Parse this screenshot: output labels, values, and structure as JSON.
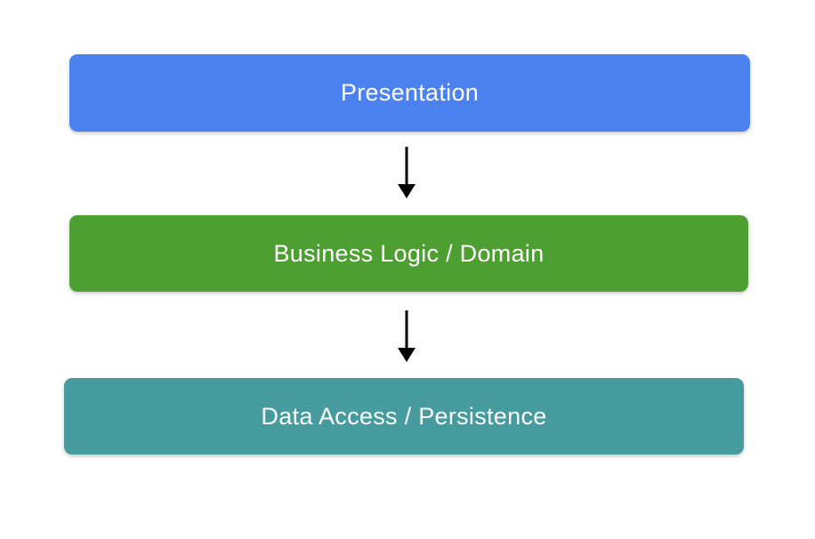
{
  "diagram": {
    "background_color": "#ffffff",
    "arrow_color": "#000000",
    "layers": [
      {
        "label": "Presentation",
        "color": "#4b82f0",
        "text_color": "#ffffff"
      },
      {
        "label": "Business Logic / Domain",
        "color": "#4c9f30",
        "text_color": "#ffffff"
      },
      {
        "label": "Data Access / Persistence",
        "color": "#459b9e",
        "text_color": "#ffffff"
      }
    ],
    "arrows": [
      {
        "from": "Presentation",
        "to": "Business Logic / Domain"
      },
      {
        "from": "Business Logic / Domain",
        "to": "Data Access / Persistence"
      }
    ]
  }
}
